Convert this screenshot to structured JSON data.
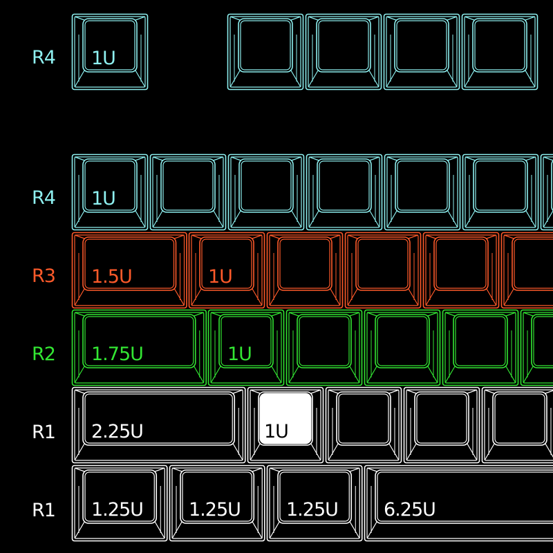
{
  "colors": {
    "background": "#000000",
    "r4": "#8ef0f0",
    "r3": "#ff5a2a",
    "r2": "#33e633",
    "r1": "#ffffff"
  },
  "rows": [
    {
      "label": "R4",
      "color_key": "r4",
      "keys": [
        {
          "size": "1U",
          "label": "1U"
        },
        {
          "size": "1U",
          "label": ""
        },
        {
          "size": "1U",
          "label": ""
        },
        {
          "size": "1U",
          "label": ""
        },
        {
          "size": "1U",
          "label": ""
        }
      ]
    },
    {
      "label": "R4",
      "color_key": "r4",
      "keys": [
        {
          "size": "1U",
          "label": "1U"
        },
        {
          "size": "1U",
          "label": ""
        },
        {
          "size": "1U",
          "label": ""
        },
        {
          "size": "1U",
          "label": ""
        },
        {
          "size": "1U",
          "label": ""
        },
        {
          "size": "1U",
          "label": ""
        },
        {
          "size": "1U",
          "label": ""
        }
      ]
    },
    {
      "label": "R3",
      "color_key": "r3",
      "keys": [
        {
          "size": "1.5U",
          "label": "1.5U"
        },
        {
          "size": "1U",
          "label": "1U"
        },
        {
          "size": "1U",
          "label": ""
        },
        {
          "size": "1U",
          "label": ""
        },
        {
          "size": "1U",
          "label": ""
        },
        {
          "size": "1U",
          "label": ""
        }
      ]
    },
    {
      "label": "R2",
      "color_key": "r2",
      "keys": [
        {
          "size": "1.75U",
          "label": "1.75U"
        },
        {
          "size": "1U",
          "label": "1U"
        },
        {
          "size": "1U",
          "label": ""
        },
        {
          "size": "1U",
          "label": ""
        },
        {
          "size": "1U",
          "label": ""
        },
        {
          "size": "1U",
          "label": ""
        }
      ]
    },
    {
      "label": "R1",
      "color_key": "r1",
      "keys": [
        {
          "size": "2.25U",
          "label": "2.25U"
        },
        {
          "size": "1U",
          "label": "1U",
          "highlighted": true
        },
        {
          "size": "1U",
          "label": ""
        },
        {
          "size": "1U",
          "label": ""
        },
        {
          "size": "1U",
          "label": ""
        }
      ]
    },
    {
      "label": "R1",
      "color_key": "r1",
      "keys": [
        {
          "size": "1.25U",
          "label": "1.25U"
        },
        {
          "size": "1.25U",
          "label": "1.25U"
        },
        {
          "size": "1.25U",
          "label": "1.25U"
        },
        {
          "size": "6.25U",
          "label": "6.25U"
        }
      ]
    }
  ]
}
